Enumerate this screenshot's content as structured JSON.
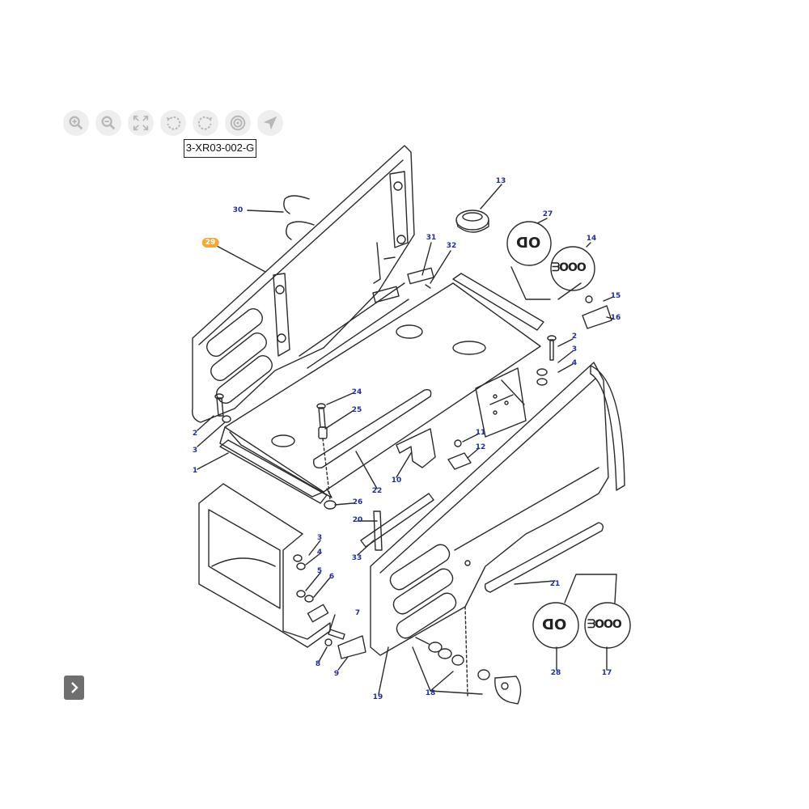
{
  "toolbar": {
    "icons": [
      "zoom-in-icon",
      "zoom-out-icon",
      "fit-screen-icon",
      "rotate-left-icon",
      "rotate-right-icon",
      "target-icon",
      "navigate-icon"
    ]
  },
  "drawing": {
    "id": "3-XR03-002-G"
  },
  "callouts": {
    "c1": "1",
    "c2a": "2",
    "c3a": "3",
    "c2b": "2",
    "c3b": "3",
    "c4a": "4",
    "c3c": "3",
    "c4b": "4",
    "c5": "5",
    "c6": "6",
    "c7": "7",
    "c8": "8",
    "c9": "9",
    "c10": "10",
    "c11": "11",
    "c12": "12",
    "c13": "13",
    "c14": "14",
    "c15": "15",
    "c16": "16",
    "c17": "17",
    "c18": "18",
    "c19": "19",
    "c20": "20",
    "c21": "21",
    "c22": "22",
    "c24": "24",
    "c25": "25",
    "c26": "26",
    "c27": "27",
    "c28": "28",
    "c29": "29",
    "c30": "30",
    "c31": "31",
    "c32": "32",
    "c33": "33"
  },
  "badges": {
    "left_text": "ᗡO",
    "right_text": "ᗱOOO"
  },
  "colors": {
    "callout": "#1f2f9e",
    "highlight": "#f2a93b",
    "line": "#2a2a2a"
  }
}
